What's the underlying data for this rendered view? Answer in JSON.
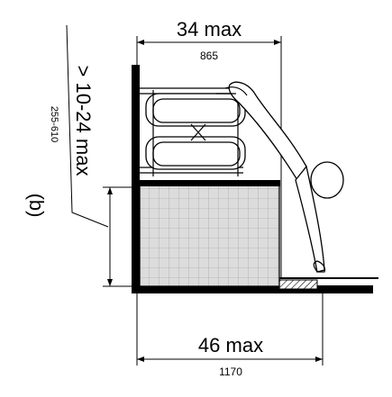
{
  "labels": {
    "top_dimension": "34 max",
    "top_dimension_metric": "865",
    "height_dimension": "> 10-24 max",
    "height_dimension_metric": "255-610",
    "figure_letter": "(b)",
    "bottom_dimension": "46 max",
    "bottom_dimension_metric": "1170"
  }
}
